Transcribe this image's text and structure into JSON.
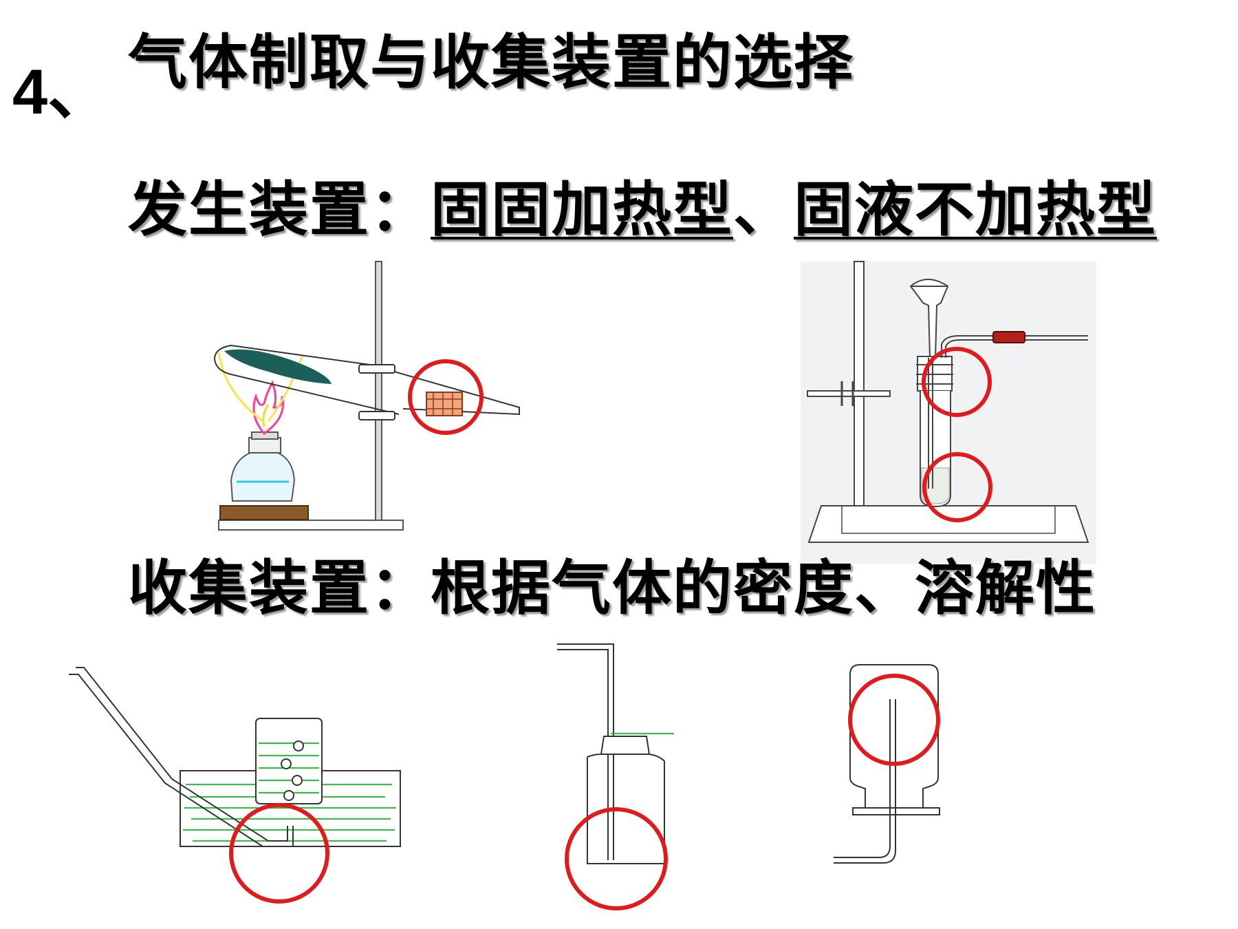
{
  "heading": {
    "number": "4",
    "separator": "、",
    "title": "气体制取与收集装置的选择"
  },
  "generation": {
    "label": "发生装置：",
    "type1": "固固加热型",
    "separator": "、",
    "type2": "固液不加热型"
  },
  "collection": {
    "label": "收集装置：",
    "text": "根据气体的密度、溶解性"
  },
  "colors": {
    "highlight_circle": "#e3191b",
    "water": "#22cc33",
    "flame": "#ff3b9a",
    "support_pad": "#8a5a2b",
    "tubing": "#b3201a"
  }
}
